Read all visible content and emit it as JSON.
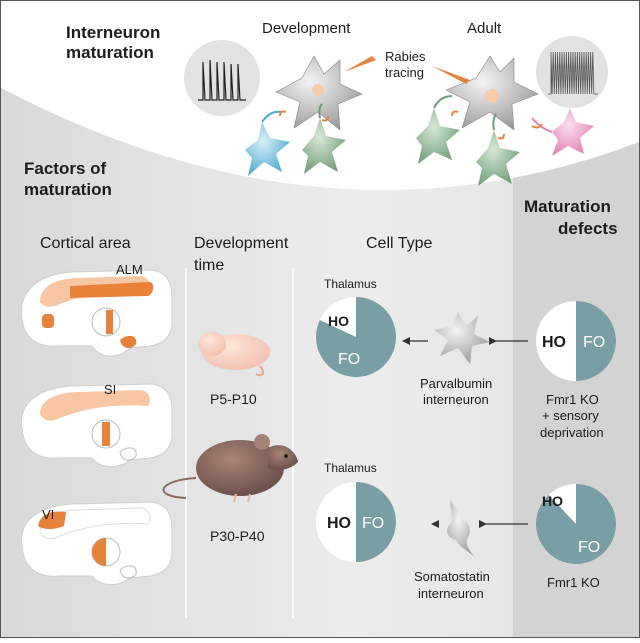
{
  "header": {
    "title_line1": "Interneuron",
    "title_line2": "maturation",
    "development_label": "Development",
    "adult_label": "Adult",
    "rabies_line1": "Rabies",
    "rabies_line2": "tracing"
  },
  "factors": {
    "title_line1": "Factors of",
    "title_line2": "maturation"
  },
  "columns": {
    "cortical_area": "Cortical area",
    "development_time_line1": "Development",
    "development_time_line2": "time",
    "cell_type": "Cell Type",
    "defects_line1": "Maturation",
    "defects_line2": "defects"
  },
  "brain_labels": {
    "alm": "ALM",
    "si": "SI",
    "vi": "VI"
  },
  "ages": {
    "pup": "P5-P10",
    "adult": "P30-P40"
  },
  "cell_types": {
    "pv_line1": "Parvalbumin",
    "pv_line2": "interneuron",
    "sst_line1": "Somatostatin",
    "sst_line2": "interneuron"
  },
  "pies": {
    "thalamus_label": "Thalamus",
    "ho_label": "HO",
    "fo_label": "FO",
    "pv_thalamus_fo_fraction": 0.82,
    "sst_thalamus_fo_fraction": 0.5,
    "pv_defect_fo_fraction": 0.5,
    "sst_defect_fo_fraction": 0.88
  },
  "defects": {
    "pv_line1": "Fmr1 KO",
    "pv_line2": "+ sensory",
    "pv_line3": "deprivation",
    "sst_line1": "Fmr1 KO"
  },
  "colors": {
    "teal": "#7a9ea5",
    "orange": "#e8823a",
    "light_orange": "#f7c6a3",
    "panel_grey": "#e5e5e5",
    "defects_grey": "#d3d3d3"
  }
}
